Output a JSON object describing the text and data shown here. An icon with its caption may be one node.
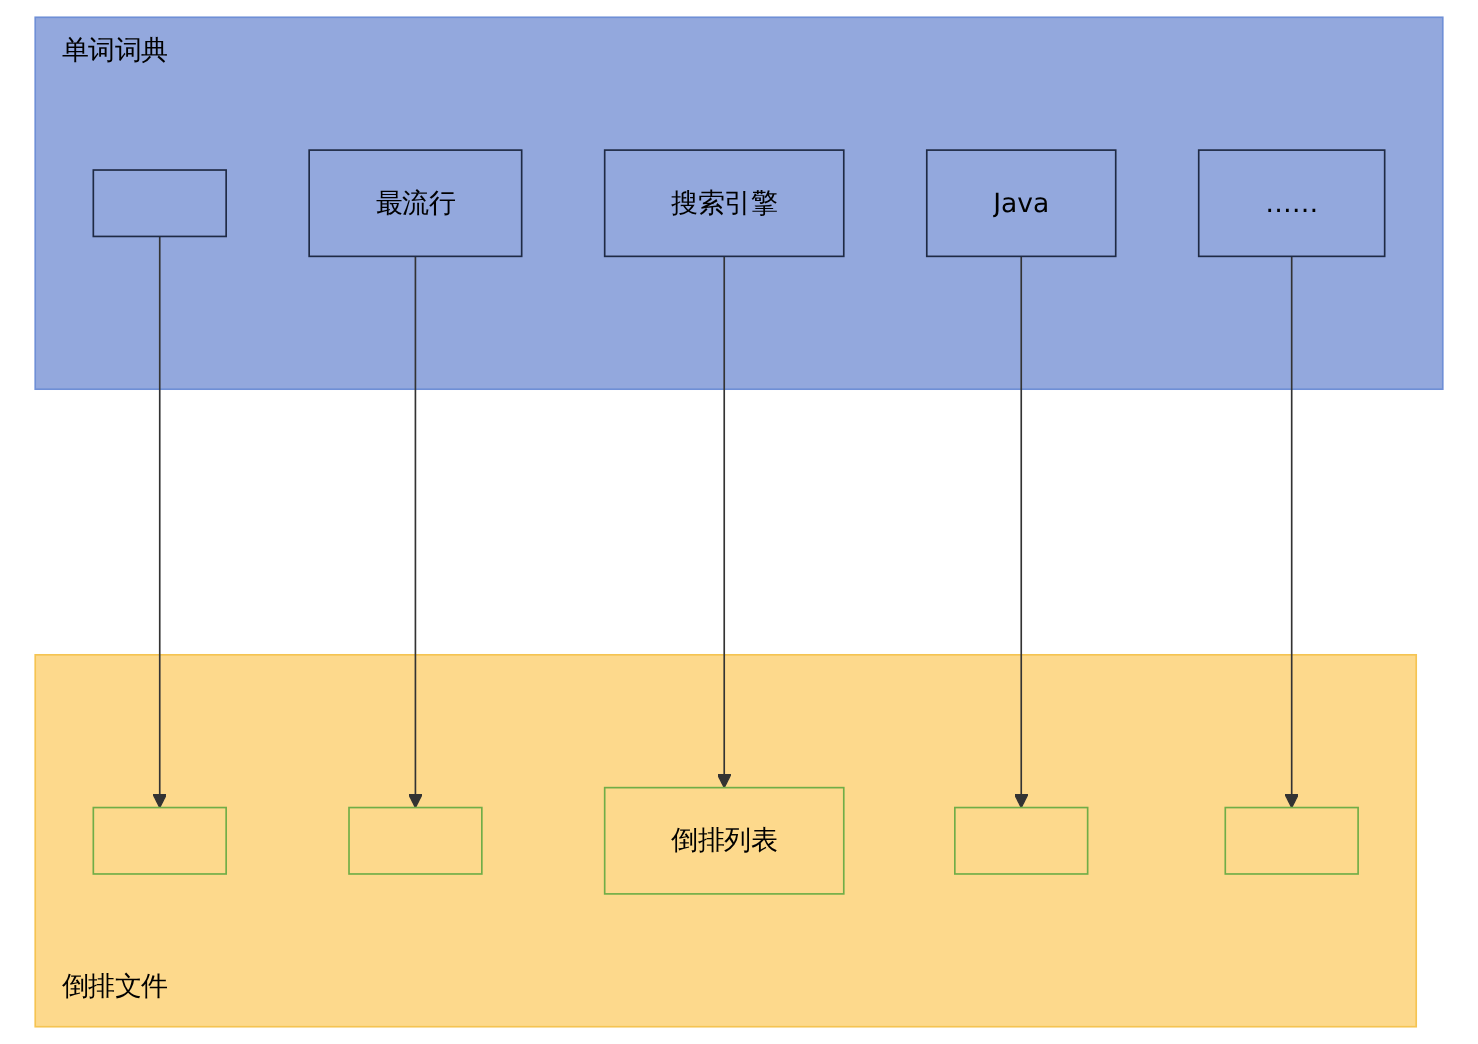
{
  "diagram": {
    "nodes": [
      {
        "text": [
          "单词词典"
        ]
      },
      {
        "text": [],
        "shape": "box",
        "in": 0
      },
      {
        "text": [
          "最流行"
        ],
        "in": 0
      },
      {
        "text": [
          "搜索引擎"
        ],
        "in": 0
      },
      {
        "text": [
          "Java"
        ],
        "in": 0
      },
      {
        "text": [
          "……"
        ],
        "in": 0
      },
      {
        "text": [
          "倒排文件"
        ]
      },
      {
        "text": [],
        "shape": "box",
        "in": 6
      },
      {
        "text": [],
        "shape": "box",
        "in": 6
      },
      {
        "text": [
          "倒排列表"
        ],
        "in": 6
      },
      {
        "text": [],
        "shape": "box",
        "in": 6
      },
      {
        "text": [],
        "shape": "box",
        "in": 6
      }
    ],
    "edges": [
      {
        "from": 1,
        "to": 7,
        "arrow": "to"
      },
      {
        "from": 2,
        "to": 8,
        "arrow": "to"
      },
      {
        "from": 3,
        "to": 9,
        "arrow": "to"
      },
      {
        "from": 4,
        "to": 10,
        "arrow": "to"
      },
      {
        "from": 5,
        "to": 11,
        "arrow": "to"
      }
    ]
  }
}
